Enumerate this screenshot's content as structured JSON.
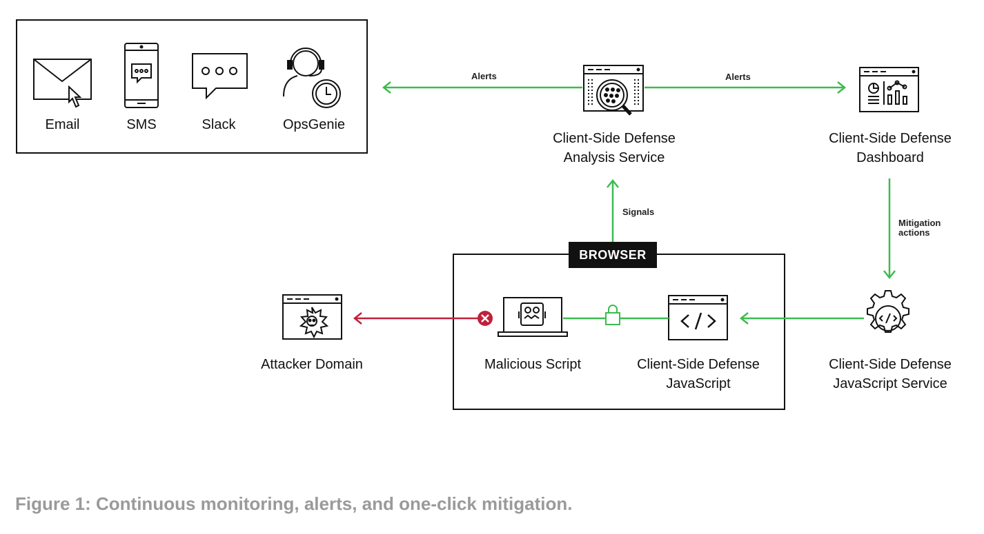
{
  "channels": {
    "email": "Email",
    "sms": "SMS",
    "slack": "Slack",
    "opsgenie": "OpsGenie"
  },
  "nodes": {
    "analysis_line1": "Client-Side Defense",
    "analysis_line2": "Analysis Service",
    "dashboard_line1": "Client-Side Defense",
    "dashboard_line2": "Dashboard",
    "js_service_line1": "Client-Side Defense",
    "js_service_line2": "JavaScript Service",
    "js_line1": "Client-Side Defense",
    "js_line2": "JavaScript",
    "malicious": "Malicious Script",
    "attacker": "Attacker Domain"
  },
  "edges": {
    "alerts_left": "Alerts",
    "alerts_right": "Alerts",
    "signals": "Signals",
    "mitigation_line1": "Mitigation",
    "mitigation_line2": "actions"
  },
  "browser_label": "BROWSER",
  "caption": "Figure 1: Continuous monitoring, alerts, and one-click mitigation.",
  "colors": {
    "green": "#3dbb4f",
    "red": "#c0203a",
    "stroke": "#111111",
    "caption": "#9a9a9a"
  }
}
